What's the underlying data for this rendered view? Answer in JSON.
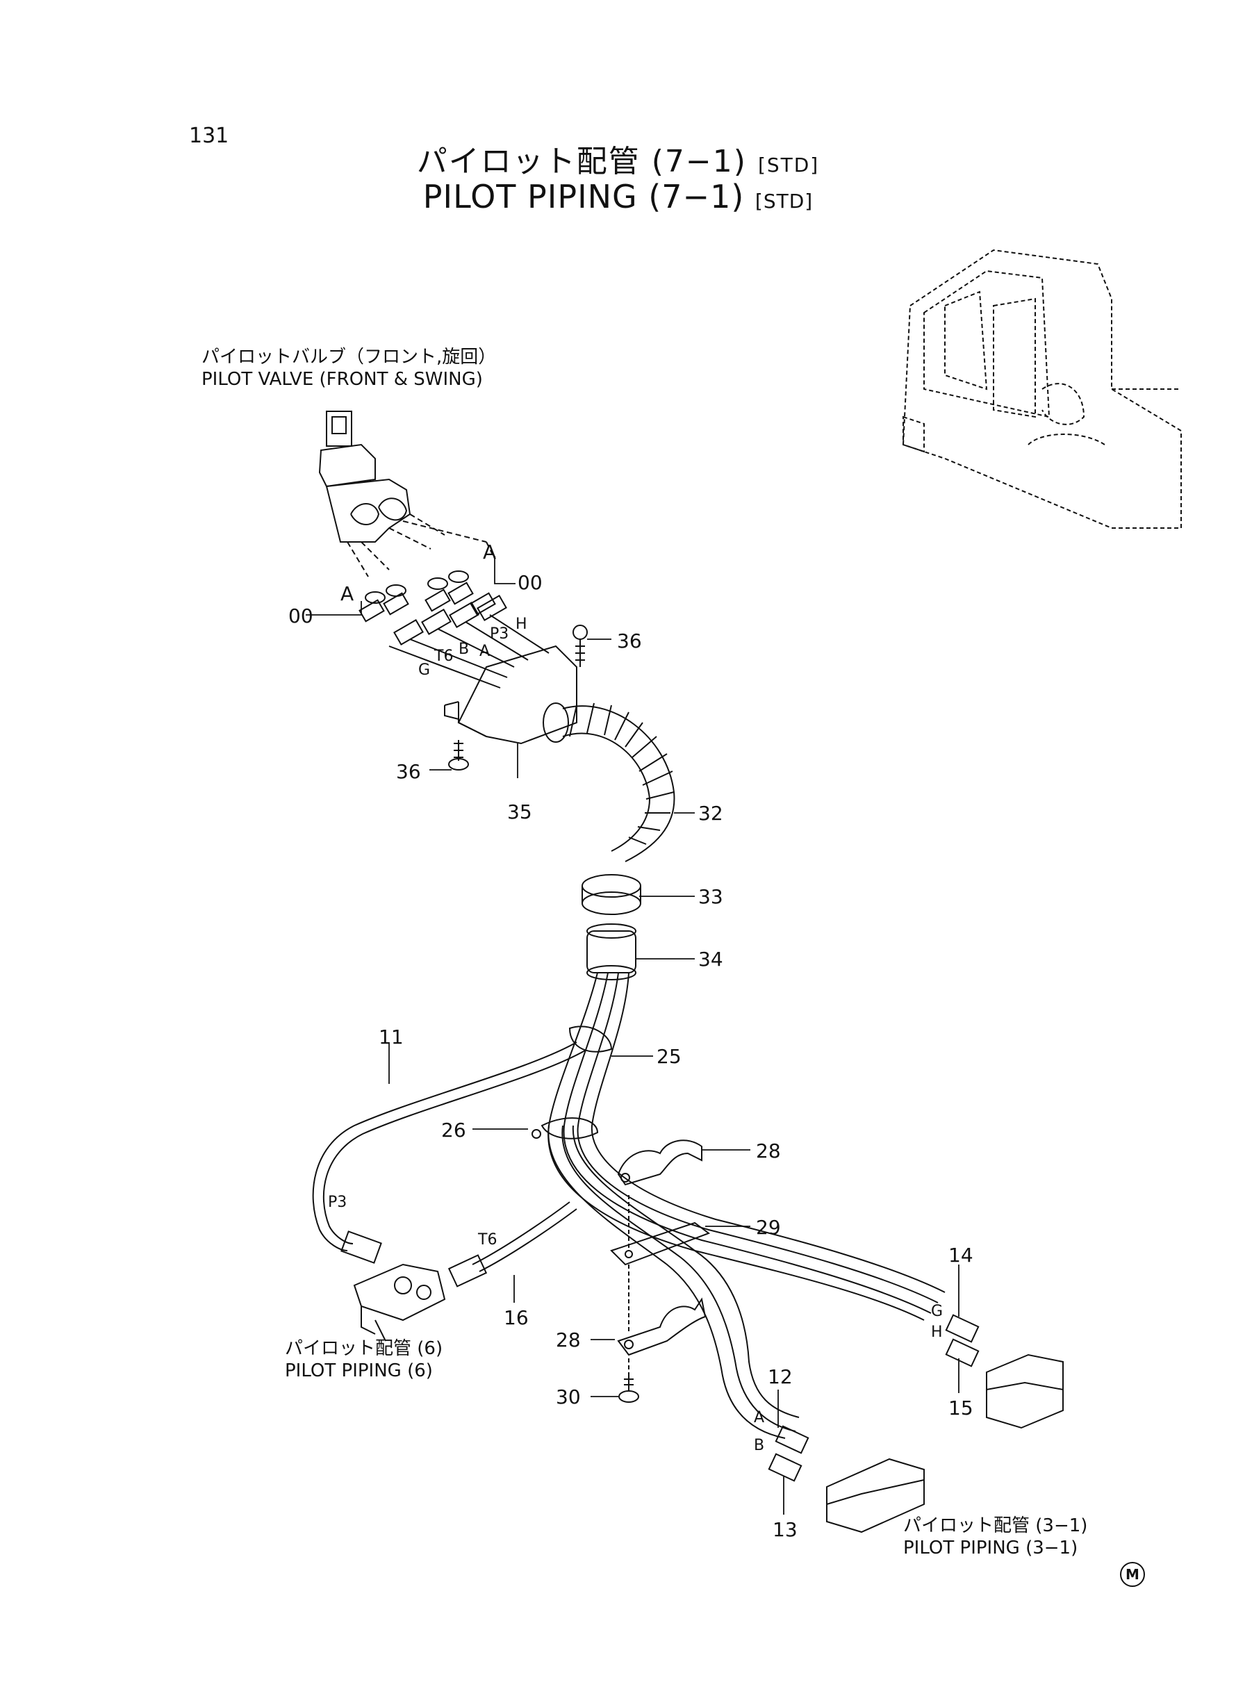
{
  "page_number": "131",
  "title": {
    "jp": "パイロット配管 (7−1)",
    "jp_suffix": "[STD]",
    "en": "PILOT PIPING (7−1)",
    "en_suffix": "[STD]"
  },
  "labels": {
    "pilot_valve_jp": "パイロットバルブ（フロント,旋回）",
    "pilot_valve_en": "PILOT VALVE (FRONT & SWING)",
    "pilot_piping_6_jp": "パイロット配管 (6)",
    "pilot_piping_6_en": "PILOT PIPING (6)",
    "pilot_piping_3_1_jp": "パイロット配管 (3−1)",
    "pilot_piping_3_1_en": "PILOT PIPING (3−1)"
  },
  "callouts": {
    "c00_right": "00",
    "c00_left": "00",
    "c36_top": "36",
    "c36_bottom": "36",
    "c35": "35",
    "c32": "32",
    "c33": "33",
    "c34": "34",
    "c11": "11",
    "c25": "25",
    "c26": "26",
    "c28_top": "28",
    "c29": "29",
    "c16": "16",
    "c14": "14",
    "c28_bottom": "28",
    "c12": "12",
    "c15": "15",
    "c30": "30",
    "c13": "13"
  },
  "ports": {
    "A_top": "A",
    "A_left": "A",
    "H_top": "H",
    "P3_top": "P3",
    "T6_top": "T6",
    "B_top": "B",
    "A_mid": "A",
    "G_top": "G",
    "P3_left": "P3",
    "T6_left": "T6",
    "G_right": "G",
    "H_right": "H",
    "A_bottom": "A",
    "B_bottom": "B"
  },
  "mark": "M"
}
